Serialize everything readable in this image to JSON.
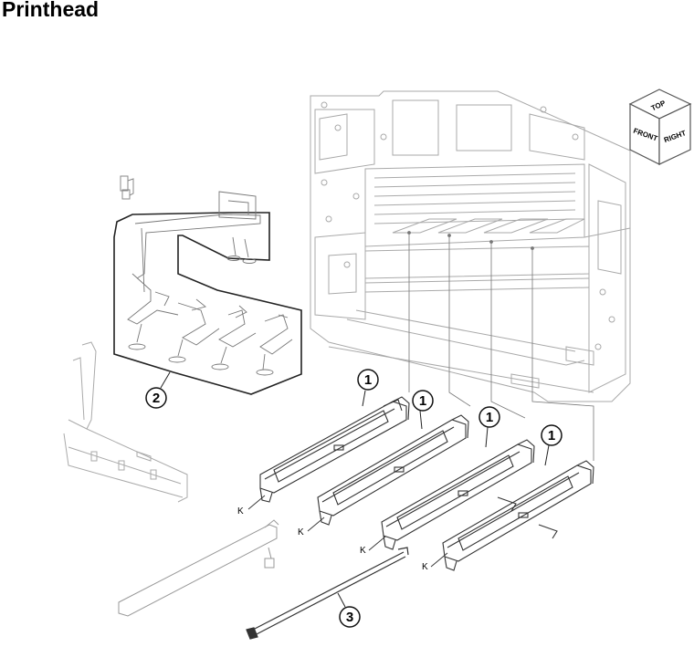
{
  "title": "Printhead",
  "orientation_cube": {
    "top": "TOP",
    "front": "FRONT",
    "right": "RIGHT"
  },
  "callouts": [
    {
      "id": "printhead-1a",
      "label": "1"
    },
    {
      "id": "printhead-1b",
      "label": "1"
    },
    {
      "id": "printhead-1c",
      "label": "1"
    },
    {
      "id": "printhead-1d",
      "label": "1"
    },
    {
      "id": "cable-2",
      "label": "2"
    },
    {
      "id": "tool-3",
      "label": "3"
    }
  ],
  "k_labels": [
    "K",
    "K",
    "K",
    "K"
  ]
}
